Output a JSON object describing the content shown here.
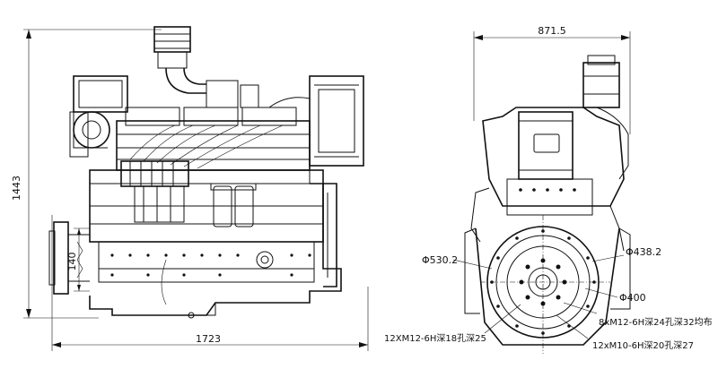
{
  "side_view": {
    "length_label": "1723",
    "height_label": "1443",
    "pulley_label": "140"
  },
  "front_view": {
    "width_label": "871.5",
    "callouts": [
      "Φ530.2",
      "Φ438.2",
      "Φ400",
      "8xM12-6H深24孔深32均布",
      "12XM12-6H深18孔深25",
      "12xM10-6H深20孔深27"
    ]
  }
}
